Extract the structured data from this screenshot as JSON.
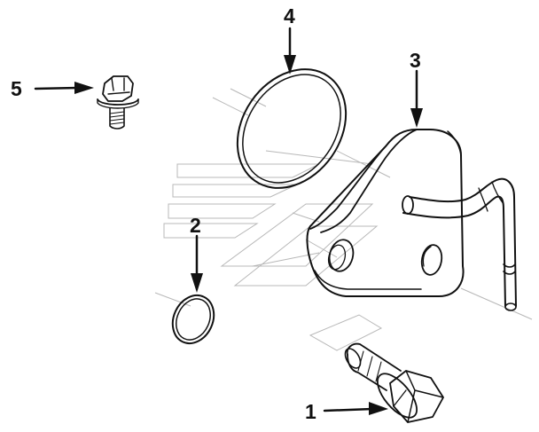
{
  "diagram": {
    "callouts": [
      {
        "id": "1",
        "part": "bolt"
      },
      {
        "id": "2",
        "part": "small-o-ring"
      },
      {
        "id": "3",
        "part": "oil-pipe-flange-assembly"
      },
      {
        "id": "4",
        "part": "large-o-ring"
      },
      {
        "id": "5",
        "part": "flange-bolt"
      }
    ],
    "colors": {
      "ink": "#111111",
      "watermark": "#b8b8b8",
      "background": "#ffffff"
    }
  }
}
